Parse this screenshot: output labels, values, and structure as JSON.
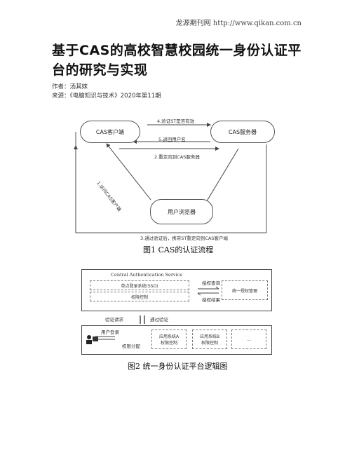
{
  "header": {
    "text": "龙源期刊网 http://www.qikan.com.cn"
  },
  "article": {
    "title": "基于CAS的高校智慧校园统一身份认证平台的研究与实现",
    "author": "作者：汤其妹",
    "source": "来源：《电脑知识与技术》2020年第11期"
  },
  "figure1": {
    "client": "CAS客户端",
    "server": "CAS服务器",
    "browser": "用户浏览器",
    "step1": "1.访问CAS客户端",
    "step2": "2.重定向到CAS服务器",
    "step3": "3.通过验证后，携带ST重定向到CAS客户端",
    "step4": "4.验证ST是否有效",
    "step5": "5.返回用户名",
    "caption": "图1  CAS的认证流程"
  },
  "figure2": {
    "service_title": "Central Authentication Service",
    "sso": "单点登录系统(SSO)",
    "auth_control": "权限控制",
    "grant_query": "授权查询",
    "grant_result": "授权结果",
    "unified_mgmt": "统一授权管理",
    "verify_request": "验证请求",
    "pass_verify": "通过验证",
    "user_login": "用户登录",
    "perm_assign": "权限分配",
    "app_a": "应用系统A",
    "app_a_sub": "权限控制",
    "app_b": "应用系统B",
    "app_b_sub": "权限控制",
    "ellipsis": "...",
    "caption": "图2  统一身份认证平台逻辑图"
  }
}
